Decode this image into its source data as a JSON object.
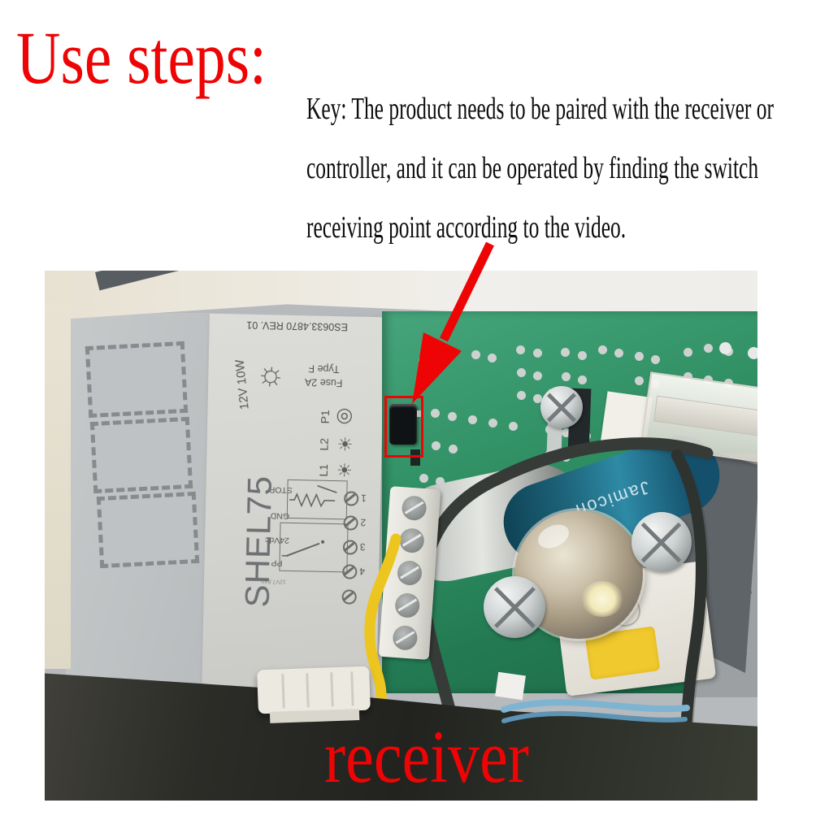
{
  "title": "Use steps:",
  "note": {
    "line1": "Key: The product needs to be paired with the receiver or",
    "line2": "controller, and it can be operated by finding the switch",
    "line3": "receiving point according to the video."
  },
  "photo": {
    "receiver_caption": "receiver",
    "capacitor_brand": "Jamicon",
    "label_panel": {
      "part_code": "ES0633.4870 REV. 01",
      "lamp_rating": "12V 10W",
      "fuse_rating": "Fuse 2A",
      "fuse_type": "Type F",
      "port_p1": "P1",
      "port_l2": "L2",
      "port_l1": "L1",
      "stop": "STOP",
      "gnd": "GND",
      "power": "24Vdc",
      "pp": "PP",
      "battery": "12V7.8Ah",
      "model": "SHEL75",
      "terminal_numbers": [
        "1",
        "2",
        "3",
        "4"
      ]
    },
    "icons": {
      "lamp_icon": "☼",
      "sun_icon": "☀",
      "ring_icon": "◎"
    }
  },
  "colors": {
    "annotation_red": "#ee0404",
    "pcb_green": "#2f8f63",
    "enclosure_gray": "#b7babc",
    "wire_yellow": "#edc51f",
    "capacitor_teal": "#1d6379"
  }
}
